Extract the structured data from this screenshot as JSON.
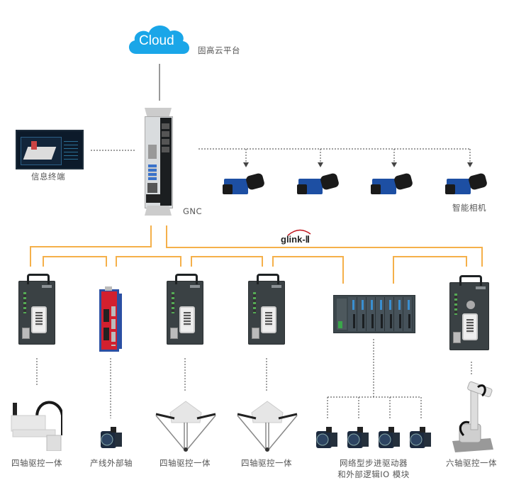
{
  "cloud": {
    "label": "Cloud",
    "caption": "固高云平台",
    "color": "#1aa6e8"
  },
  "controller": {
    "label": "GNC"
  },
  "terminal": {
    "label": "信息终端"
  },
  "cameras": {
    "label": "智能相机",
    "count": 4
  },
  "bus": {
    "label": "glink-Ⅱ",
    "color": "#f5b04a",
    "arc_color": "#c0141c"
  },
  "devices": [
    {
      "type": "four-axis-drive",
      "label": "四轴驱控一体",
      "robot": "scara"
    },
    {
      "type": "servo-drive",
      "label": "产线外部轴",
      "robot": "servo-motor"
    },
    {
      "type": "four-axis-drive",
      "label": "四轴驱控一体",
      "robot": "delta"
    },
    {
      "type": "four-axis-drive",
      "label": "四轴驱控一体",
      "robot": "delta"
    },
    {
      "type": "io-module-rack",
      "label_line1": "网络型步进驱动器",
      "label_line2": "和外部逻辑IO 模块",
      "robot": "stepper-motors",
      "motor_count": 4
    },
    {
      "type": "six-axis-drive",
      "label": "六轴驱控一体",
      "robot": "six-axis-arm"
    }
  ]
}
